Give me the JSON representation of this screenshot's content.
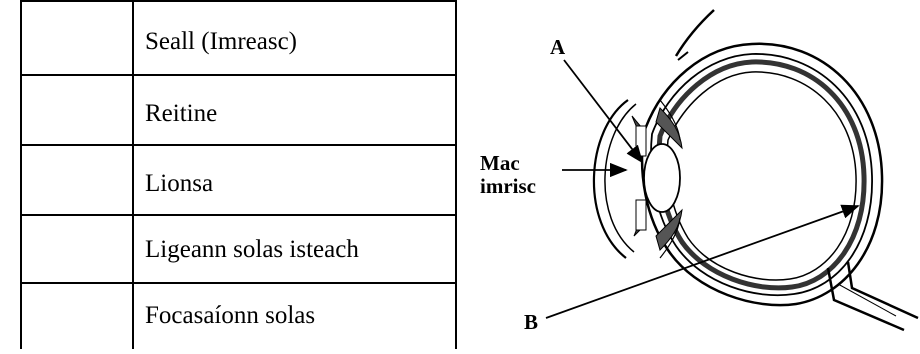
{
  "table": {
    "rows": [
      {
        "answer": "",
        "text": "Seall (Imreasc)"
      },
      {
        "answer": "",
        "text": "Reitine"
      },
      {
        "answer": "",
        "text": "Lionsa"
      },
      {
        "answer": "",
        "text": "Ligeann solas isteach"
      },
      {
        "answer": "",
        "text": "Focasaíonn solas"
      }
    ]
  },
  "diagram": {
    "labels": {
      "a": "A",
      "b": "B",
      "pupil_line1": "Mac",
      "pupil_line2": "imrisc"
    }
  }
}
